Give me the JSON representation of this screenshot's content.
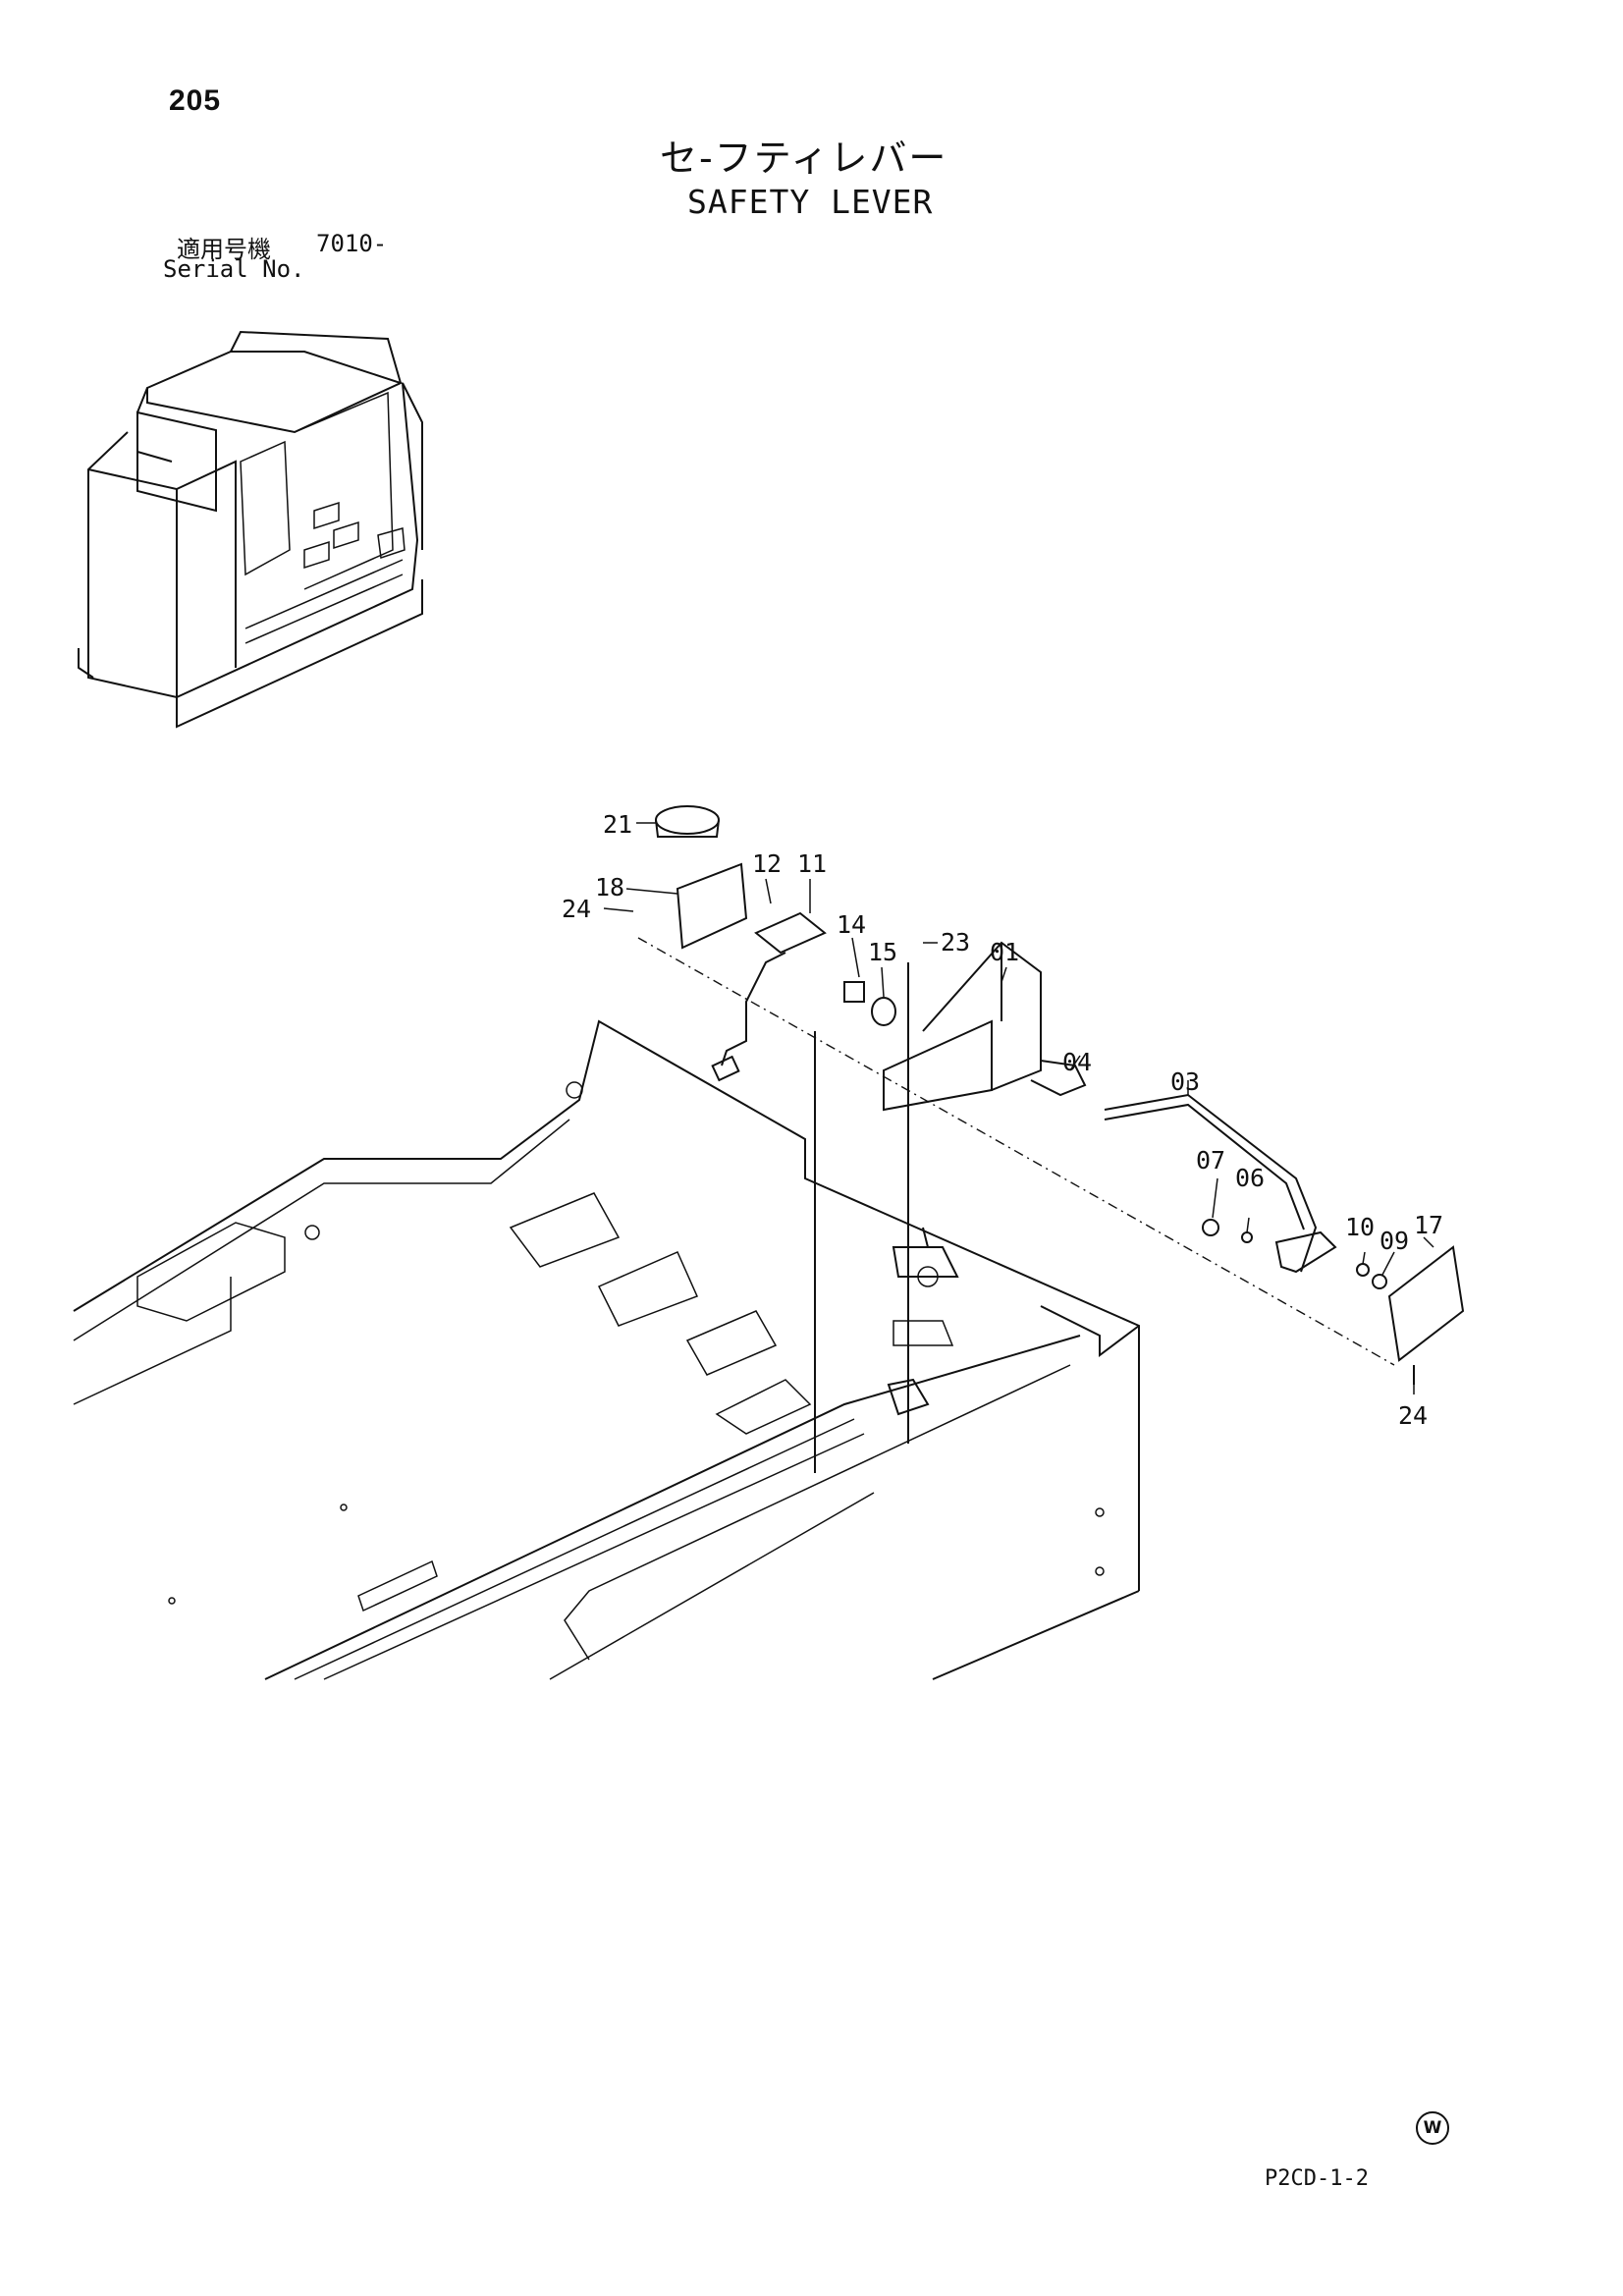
{
  "page": {
    "number": "205",
    "code": "P2CD-1-2",
    "mark": "W"
  },
  "title": {
    "japanese": "セ-フティレバー",
    "english": "SAFETY LEVER"
  },
  "serial": {
    "label_jp": "適用号機",
    "value": "7010-",
    "label_en": "Serial No."
  },
  "callouts": [
    "21",
    "18",
    "24",
    "12",
    "11",
    "14",
    "15",
    "23",
    "01",
    "04",
    "03",
    "07",
    "06",
    "10",
    "09",
    "17",
    "24"
  ]
}
